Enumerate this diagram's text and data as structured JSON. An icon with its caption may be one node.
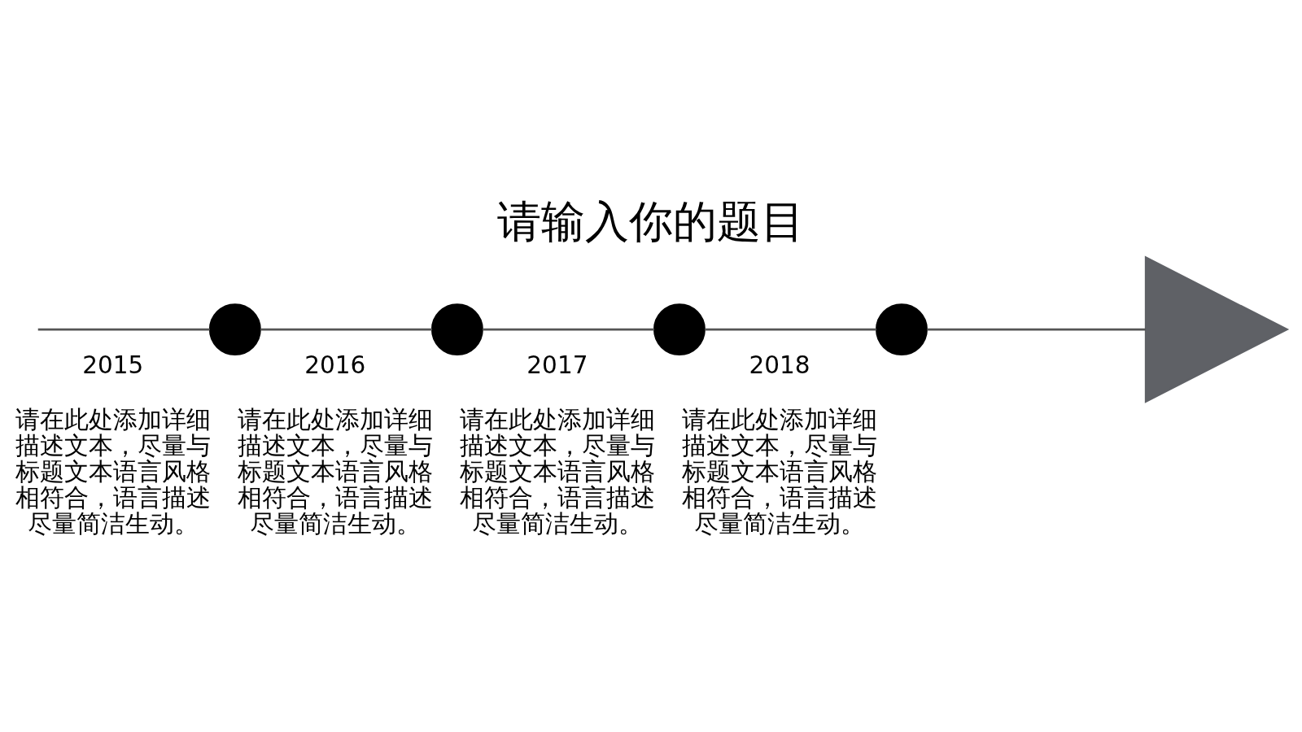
{
  "diagram": {
    "title": "请输入你的题目",
    "nodes": [
      {
        "text": [],
        "shape": "circle",
        "beside": [
          "2015",
          "请在此处添加详细描述文本，尽量与标题文本语言风格相符合，语言描述尽量简洁生动。"
        ]
      },
      {
        "text": [],
        "shape": "circle",
        "beside": [
          "2016",
          "请在此处添加详细描述文本，尽量与标题文本语言风格相符合，语言描述尽量简洁生动。"
        ]
      },
      {
        "text": [],
        "shape": "circle",
        "beside": [
          "2017",
          "请在此处添加详细描述文本，尽量与标题文本语言风格相符合，语言描述尽量简洁生动。"
        ]
      },
      {
        "text": [],
        "shape": "circle",
        "beside": [
          "2018",
          "请在此处添加详细描述文本，尽量与标题文本语言风格相符合，语言描述尽量简洁生动。"
        ]
      },
      {
        "text": [],
        "shape": "picture"
      }
    ],
    "edges": [
      {
        "from": null,
        "to": 0,
        "arrow": "none"
      },
      {
        "from": 0,
        "to": 1,
        "arrow": "none"
      },
      {
        "from": 1,
        "to": 2,
        "arrow": "none"
      },
      {
        "from": 2,
        "to": 3,
        "arrow": "none"
      },
      {
        "from": 3,
        "to": 4,
        "arrow": "none"
      }
    ]
  }
}
